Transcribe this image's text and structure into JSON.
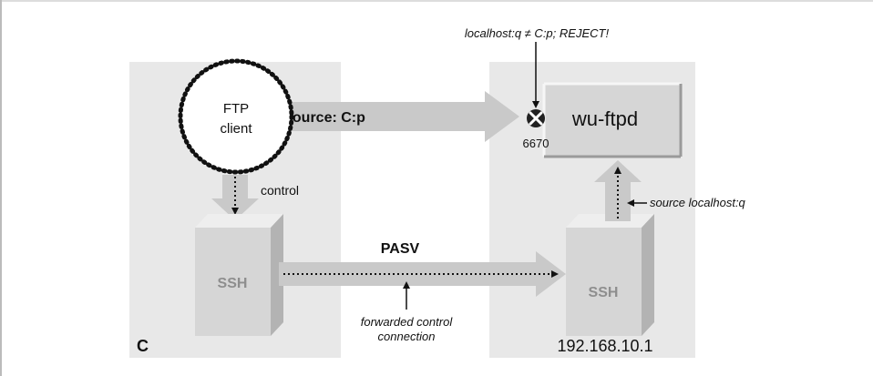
{
  "diagram": {
    "client_host_label": "C",
    "server_host_label": "192.168.10.1",
    "ftp_client_label_line1": "FTP",
    "ftp_client_label_line2": "client",
    "server_label": "wu-ftpd",
    "ssh_client_label": "SSH",
    "ssh_server_label": "SSH",
    "source_cp_label": "source: C:p",
    "control_label": "control",
    "pasv_label": "PASV",
    "forwarded_label_line1": "forwarded control",
    "forwarded_label_line2": "connection",
    "port_label": "6670",
    "reject_label": "localhost:q ≠ C:p; REJECT!",
    "source_localhost_label": "source localhost:q"
  },
  "colors": {
    "host_fill": "#e8e8e8",
    "arrow_fill": "#c9c9c9",
    "box_front": "#d6d6d6",
    "box_top": "#eeeeee",
    "box_side": "#b3b3b3",
    "ssh_text": "#8e8e8e",
    "reject_mark": "#222222"
  },
  "icons": {
    "reject": "x-circle-icon"
  }
}
